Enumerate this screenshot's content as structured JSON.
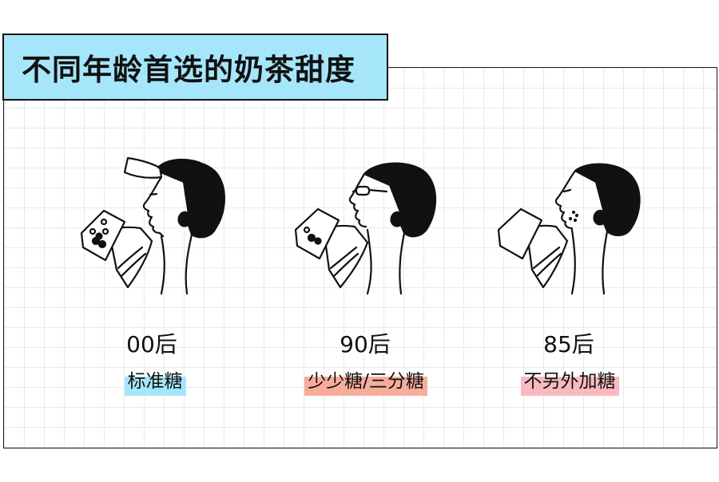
{
  "title": "不同年龄首选的奶茶甜度",
  "groups": [
    {
      "age": "00后",
      "preference": "标准糖",
      "highlight": "#a6e6fb",
      "icon": "drinker-cap-icon"
    },
    {
      "age": "90后",
      "preference": "少少糖/三分糖",
      "highlight": "#f7ad9c",
      "icon": "drinker-glasses-icon"
    },
    {
      "age": "85后",
      "preference": "不另外加糖",
      "highlight": "#f9b9c1",
      "icon": "drinker-stubble-icon"
    }
  ]
}
